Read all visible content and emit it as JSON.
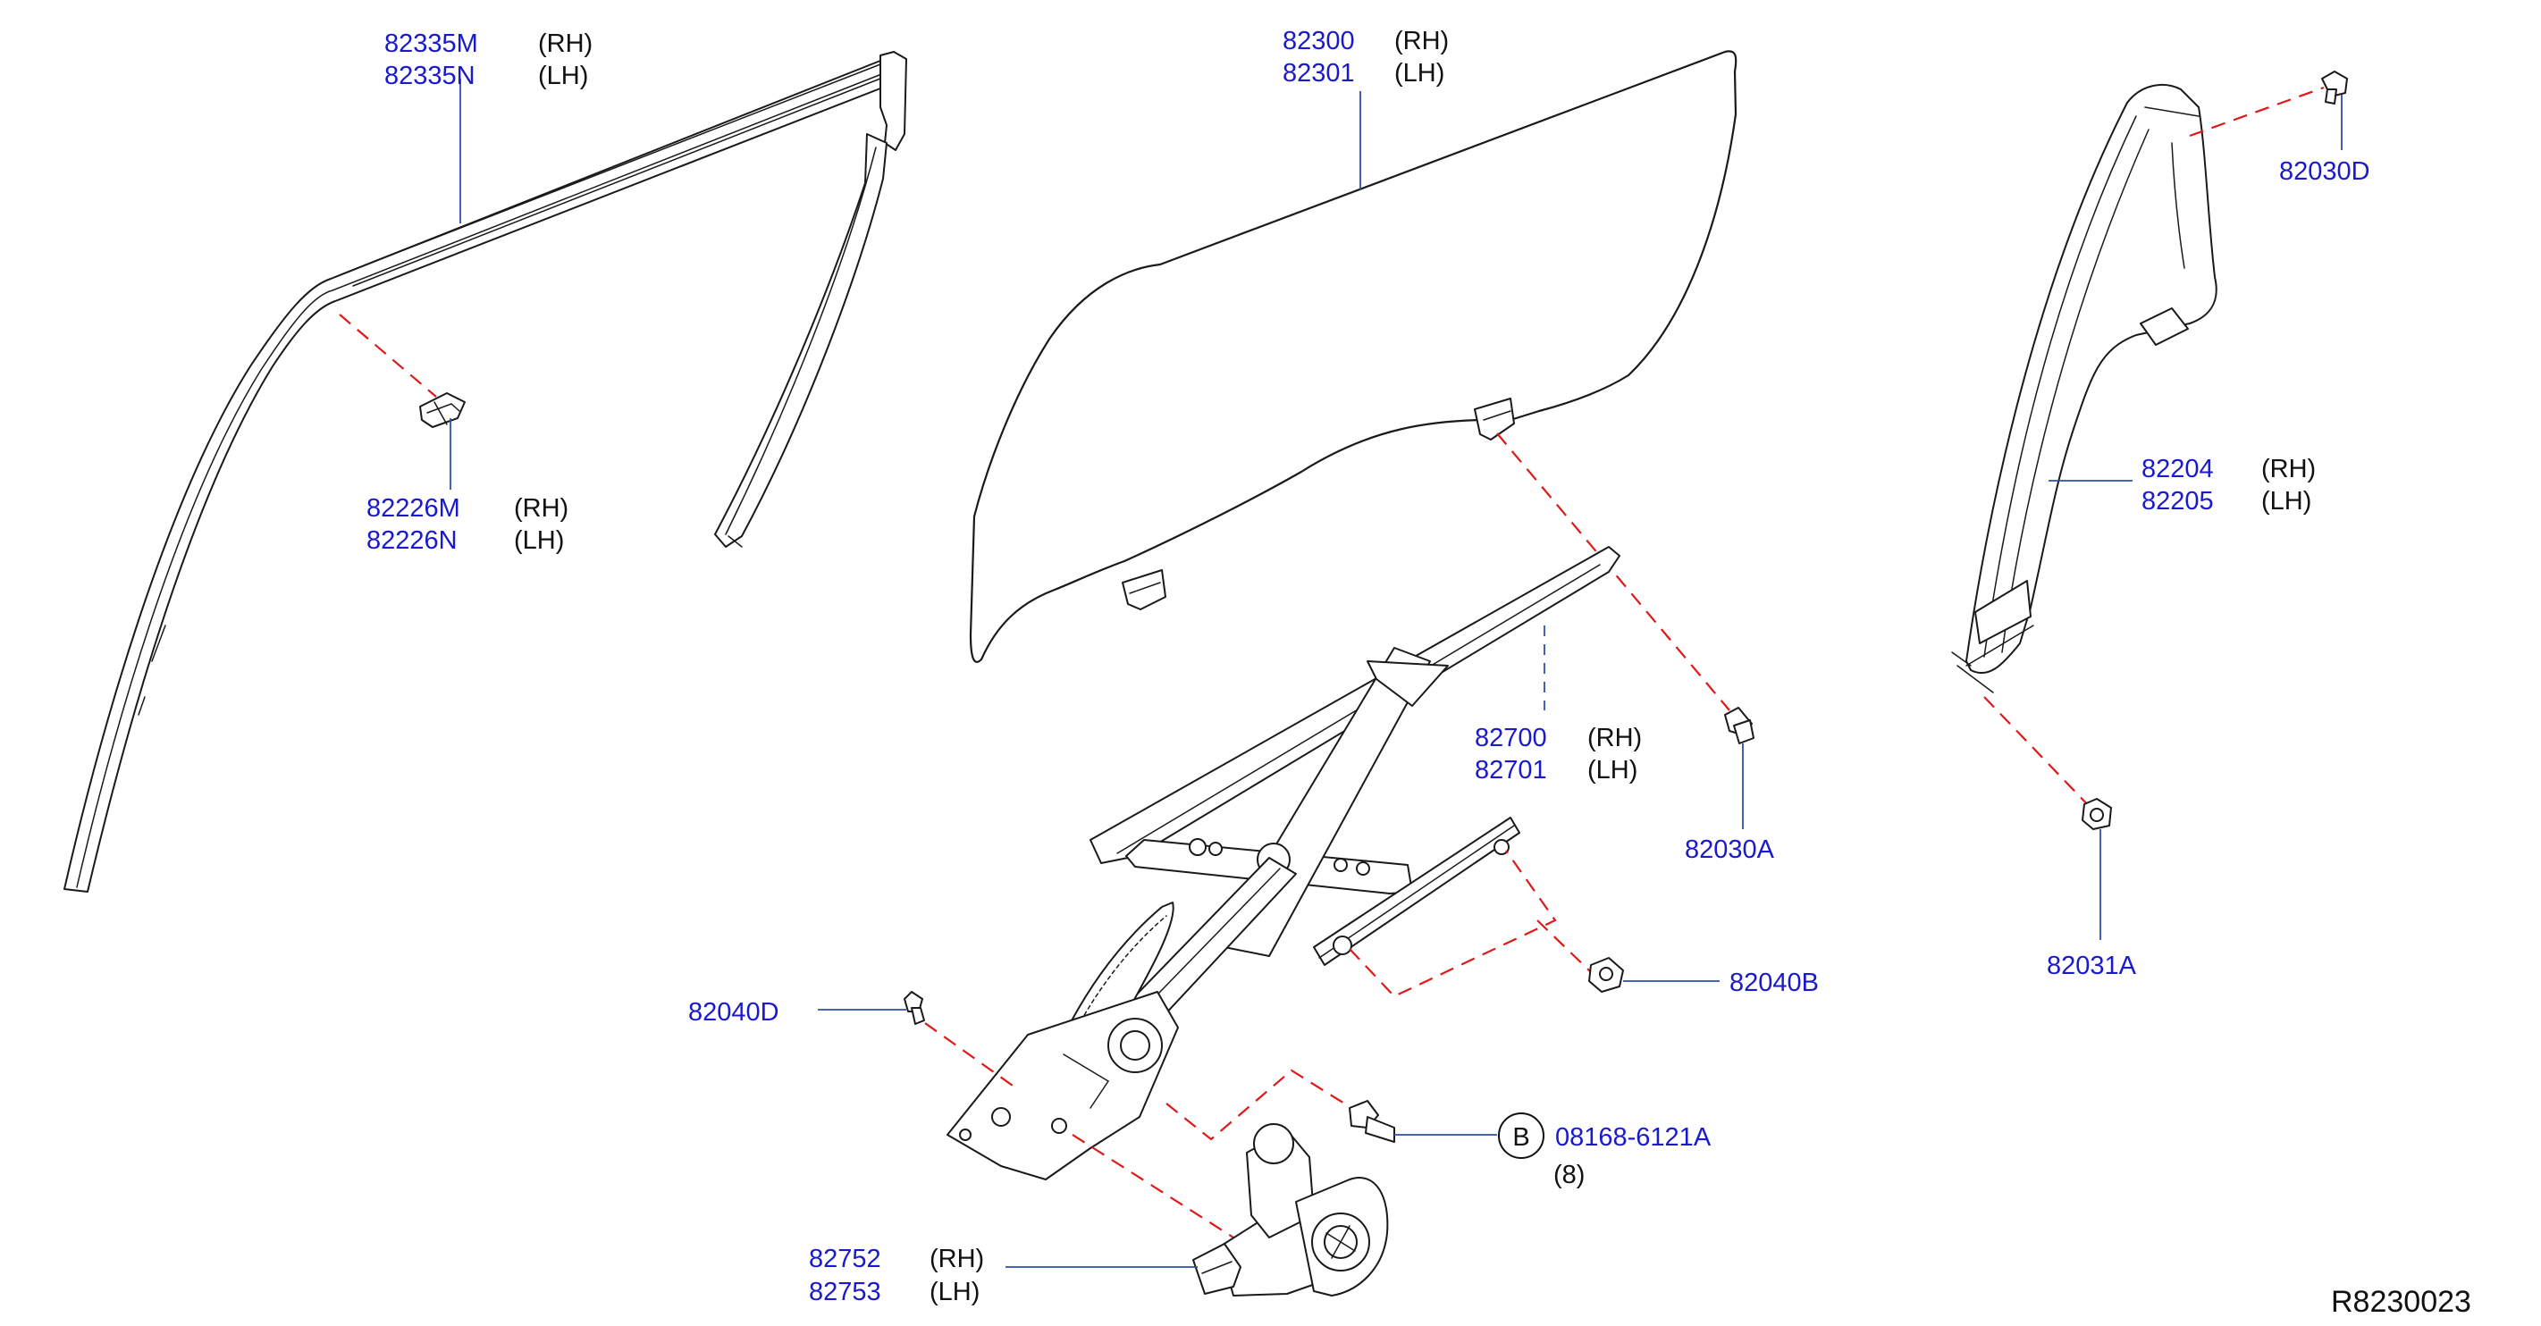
{
  "diagram": {
    "reference_code": "R8230023",
    "callouts": [
      {
        "id": "sash-molding",
        "part_rh": "82335M",
        "side_rh": "(RH)",
        "part_lh": "82335N",
        "side_lh": "(LH)"
      },
      {
        "id": "glass",
        "part_rh": "82300",
        "side_rh": "(RH)",
        "part_lh": "82301",
        "side_lh": "(LH)"
      },
      {
        "id": "clip",
        "part_rh": "82226M",
        "side_rh": "(RH)",
        "part_lh": "82226N",
        "side_lh": "(LH)"
      },
      {
        "id": "rear-channel",
        "part_rh": "82204",
        "side_rh": "(RH)",
        "part_lh": "82205",
        "side_lh": "(LH)"
      },
      {
        "id": "regulator",
        "part_rh": "82700",
        "side_rh": "(RH)",
        "part_lh": "82701",
        "side_lh": "(LH)"
      },
      {
        "id": "motor",
        "part_rh": "82752",
        "side_rh": "(RH)",
        "part_lh": "82753",
        "side_lh": "(LH)"
      }
    ],
    "single_parts": [
      {
        "id": "bolt-top",
        "part": "82030D"
      },
      {
        "id": "bolt-glass",
        "part": "82030A"
      },
      {
        "id": "bolt-channel",
        "part": "82031A"
      },
      {
        "id": "nut",
        "part": "82040B"
      },
      {
        "id": "bolt-regulator",
        "part": "82040D"
      }
    ],
    "standard_bolt": {
      "circle_letter": "B",
      "part": "08168-6121A",
      "quantity": "(8)"
    }
  }
}
